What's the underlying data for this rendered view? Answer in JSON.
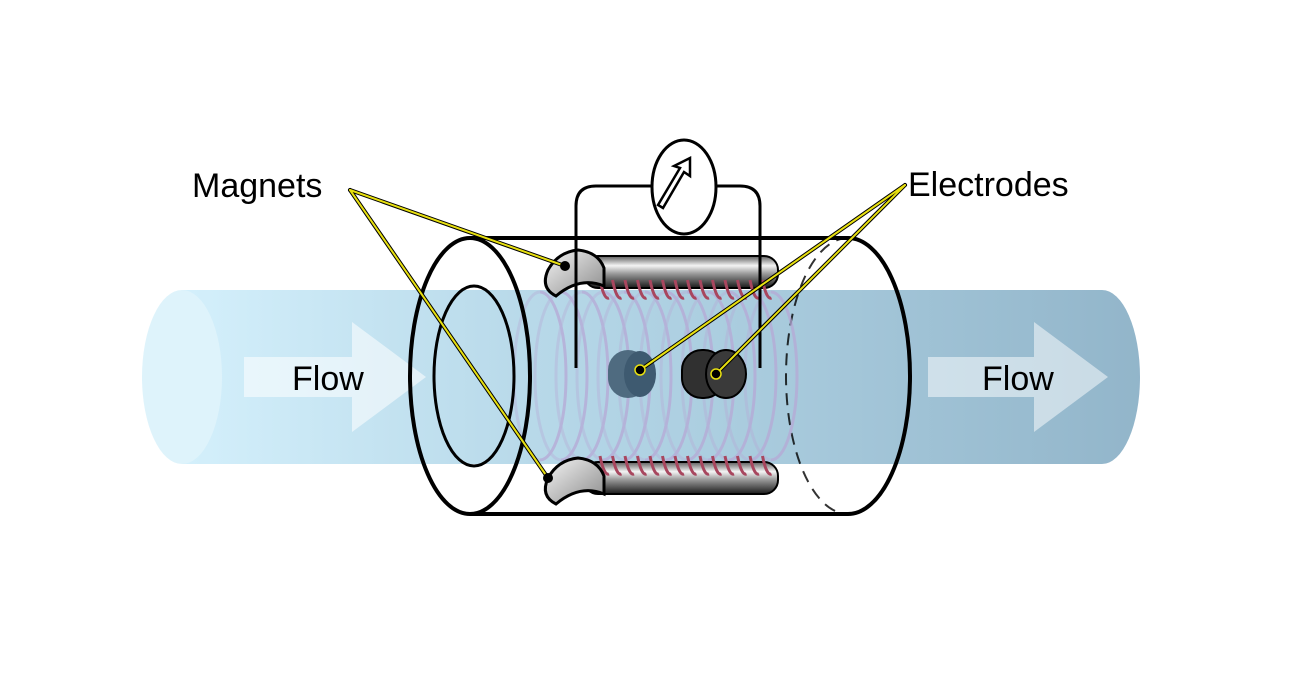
{
  "diagram": {
    "type": "electromagnetic-flowmeter",
    "labels": {
      "magnets": "Magnets",
      "electrodes": "Electrodes",
      "flow_in": "Flow",
      "flow_out": "Flow"
    }
  },
  "colors": {
    "pipe_light": "#cdeaf7",
    "pipe_dark": "#7fa9c1",
    "coil": "#a8465e",
    "field_lines": "#b6a9d6",
    "leader_line": "#e8e010",
    "outline": "#000000"
  }
}
